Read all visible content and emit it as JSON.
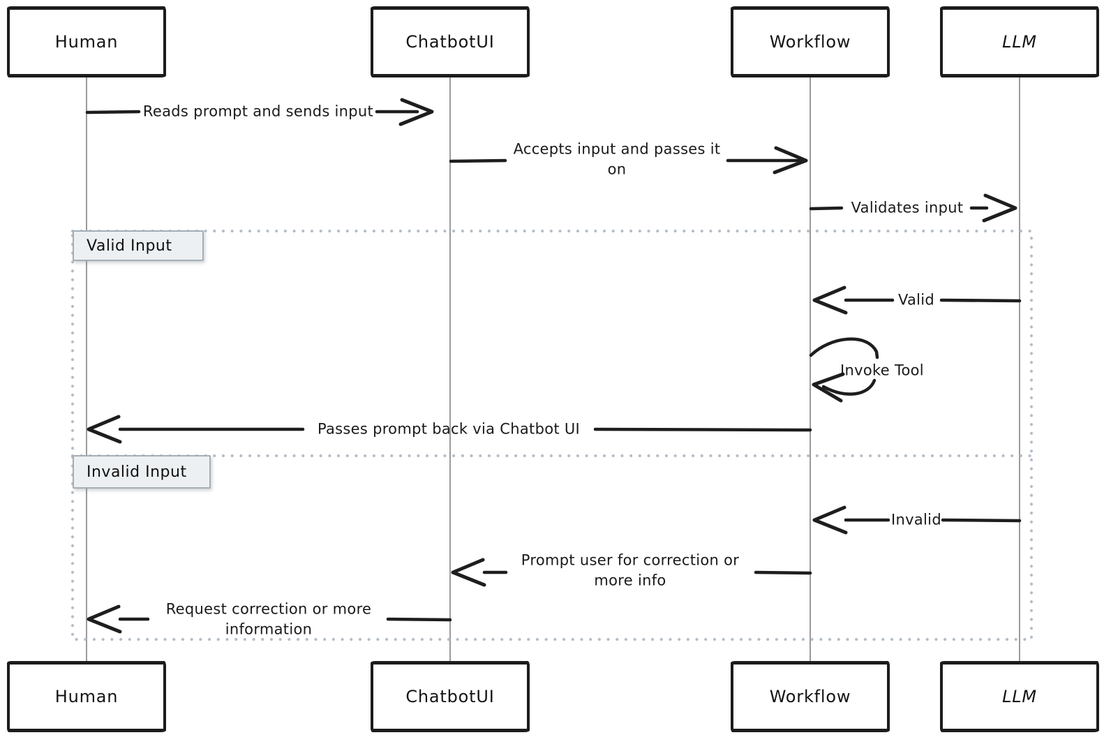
{
  "diagram_type": "sequence",
  "actors": [
    {
      "id": "human",
      "label": "Human"
    },
    {
      "id": "chatbotui",
      "label": "ChatbotUI"
    },
    {
      "id": "workflow",
      "label": "Workflow"
    },
    {
      "id": "llm",
      "label": "LLM"
    }
  ],
  "messages": [
    {
      "from": "Human",
      "to": "ChatbotUI",
      "label": "Reads prompt and sends input"
    },
    {
      "from": "ChatbotUI",
      "to": "Workflow",
      "label": "Accepts input and passes it on"
    },
    {
      "from": "Workflow",
      "to": "LLM",
      "label": "Validates input"
    },
    {
      "from": "LLM",
      "to": "Workflow",
      "label": "Valid",
      "section": "Valid Input"
    },
    {
      "from": "Workflow",
      "to": "Workflow",
      "label": "Invoke Tool",
      "section": "Valid Input"
    },
    {
      "from": "Workflow",
      "to": "Human",
      "label": "Passes prompt back via Chatbot UI",
      "section": "Valid Input"
    },
    {
      "from": "LLM",
      "to": "Workflow",
      "label": "Invalid",
      "section": "Invalid Input"
    },
    {
      "from": "Workflow",
      "to": "ChatbotUI",
      "label": "Prompt user for correction or more info",
      "section": "Invalid Input"
    },
    {
      "from": "ChatbotUI",
      "to": "Human",
      "label": "Request correction or more information",
      "section": "Invalid Input"
    }
  ],
  "sections": [
    {
      "label": "Valid Input"
    },
    {
      "label": "Invalid Input"
    }
  ],
  "colors": {
    "ink": "#1e1e1e",
    "lifeline": "#9b9b9b",
    "frame_dots": "#b4bdc7",
    "section_label_bg": "#edf0f2",
    "section_label_border": "#a4aeb6",
    "background": "#ffffff"
  }
}
